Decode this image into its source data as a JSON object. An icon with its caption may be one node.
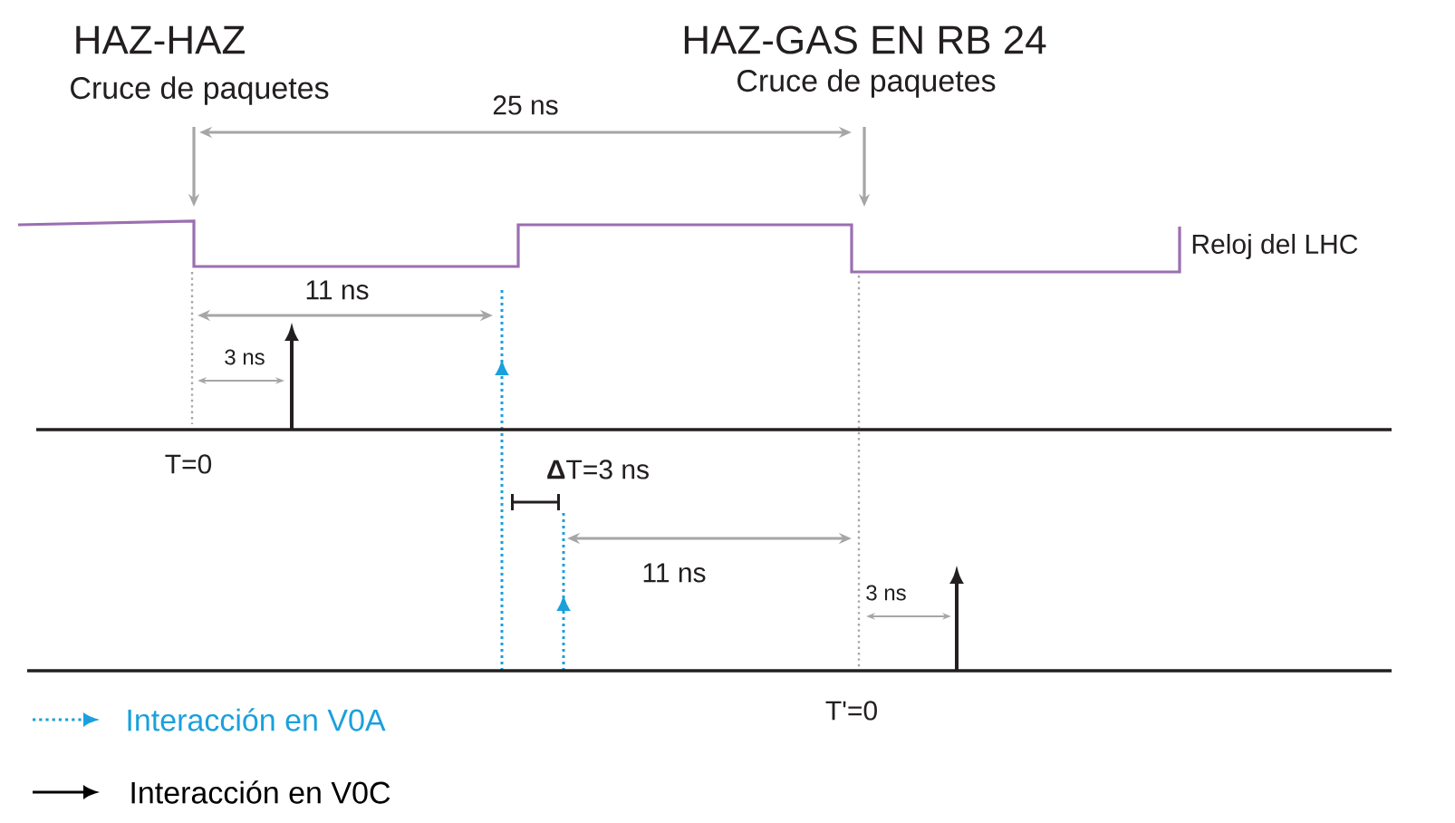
{
  "diagram": {
    "labels": [
      "HAZ-HAZ",
      "HAZ-GAS EN RB 24",
      "Cruce de paquetes",
      "Cruce de paquetes",
      "25 ns",
      "Reloj del LHC",
      "11 ns",
      "3 ns",
      "T=0",
      "**Δ**T=3 ns",
      "11 ns",
      "3 ns",
      "T'=0"
    ],
    "legend": [
      {
        "text": "Interacción en V0A"
      },
      {
        "text": "Interacción en V0C"
      }
    ]
  }
}
